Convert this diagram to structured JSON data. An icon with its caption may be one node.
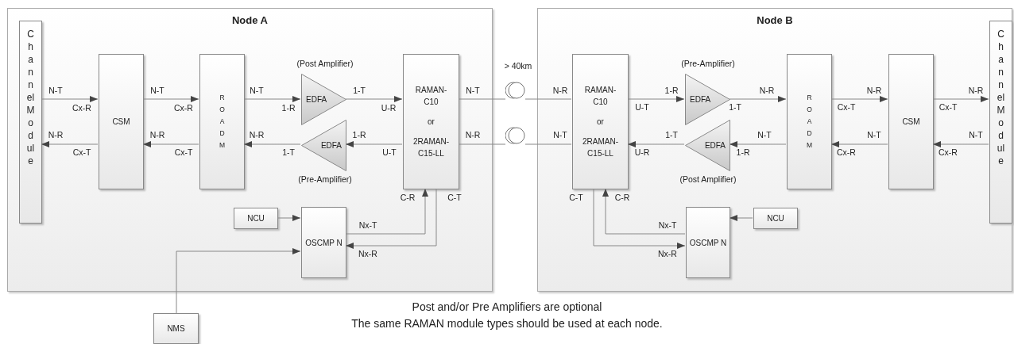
{
  "diagram": {
    "nodes": [
      {
        "text": [
          "Node A"
        ]
      },
      {
        "text": [
          "Channel Module"
        ],
        "in": 0
      },
      {
        "text": [
          "CSM"
        ],
        "in": 0
      },
      {
        "text": [
          "ROADM"
        ],
        "in": 0
      },
      {
        "text": [
          "EDFA"
        ],
        "in": 0,
        "beside": [
          "(Post Amplifier)"
        ]
      },
      {
        "text": [
          "EDFA"
        ],
        "in": 0,
        "beside": [
          "(Pre-Amplifier)"
        ]
      },
      {
        "text": [
          "RAMAN- C10",
          "or",
          "2RAMAN- C15-LL"
        ],
        "in": 0
      },
      {
        "text": [
          "NCU"
        ],
        "in": 0
      },
      {
        "text": [
          "OSCMP N"
        ],
        "in": 0
      },
      {
        "text": [
          "NMS"
        ]
      },
      {
        "text": [],
        "shape": "coil",
        "beside": [
          "> 40km"
        ]
      },
      {
        "text": [],
        "shape": "coil"
      },
      {
        "text": [
          "Node B"
        ]
      },
      {
        "text": [
          "RAMAN- C10",
          "or",
          "2RAMAN- C15-LL"
        ],
        "in": 12
      },
      {
        "text": [
          "EDFA"
        ],
        "in": 12,
        "beside": [
          "(Pre-Amplifier)"
        ]
      },
      {
        "text": [
          "EDFA"
        ],
        "in": 12,
        "beside": [
          "(Post Amplifier)"
        ]
      },
      {
        "text": [
          "ROADM"
        ],
        "in": 12
      },
      {
        "text": [
          "CSM"
        ],
        "in": 12
      },
      {
        "text": [
          "Channel Module"
        ],
        "in": 12
      },
      {
        "text": [
          "NCU"
        ],
        "in": 12
      },
      {
        "text": [
          "OSCMP N"
        ],
        "in": 12
      }
    ],
    "edges": [
      {
        "from": 1,
        "to": 2,
        "arrow": "to"
      },
      {
        "from": 2,
        "to": 1,
        "arrow": "to"
      },
      {
        "from": 2,
        "to": 3,
        "arrow": "to"
      },
      {
        "from": 3,
        "to": 2,
        "arrow": "to"
      },
      {
        "from": 3,
        "to": 4,
        "arrow": "to"
      },
      {
        "from": 5,
        "to": 3,
        "arrow": "to"
      },
      {
        "from": 4,
        "to": 6,
        "arrow": "to"
      },
      {
        "from": 6,
        "to": 5,
        "arrow": "to"
      },
      {
        "from": 6,
        "to": 10,
        "arrow": "none"
      },
      {
        "from": 10,
        "to": 13,
        "arrow": "none"
      },
      {
        "from": 6,
        "to": 11,
        "arrow": "none"
      },
      {
        "from": 11,
        "to": 13,
        "arrow": "none"
      },
      {
        "from": 7,
        "to": 8,
        "arrow": "to"
      },
      {
        "from": 8,
        "to": 6,
        "arrow": "to"
      },
      {
        "from": 6,
        "to": 8,
        "arrow": "to"
      },
      {
        "from": 9,
        "to": 8,
        "arrow": "to"
      },
      {
        "from": 13,
        "to": 14,
        "arrow": "to"
      },
      {
        "from": 14,
        "to": 16,
        "arrow": "to"
      },
      {
        "from": 16,
        "to": 15,
        "arrow": "to"
      },
      {
        "from": 15,
        "to": 13,
        "arrow": "to"
      },
      {
        "from": 16,
        "to": 17,
        "arrow": "to"
      },
      {
        "from": 17,
        "to": 16,
        "arrow": "to"
      },
      {
        "from": 17,
        "to": 18,
        "arrow": "to"
      },
      {
        "from": 18,
        "to": 17,
        "arrow": "to"
      },
      {
        "from": 19,
        "to": 20,
        "arrow": "to"
      },
      {
        "from": 20,
        "to": 13,
        "arrow": "to"
      },
      {
        "from": 13,
        "to": 20,
        "arrow": "to"
      }
    ],
    "labels": [
      "N-T",
      "Cx-R",
      "N-R",
      "Cx-T",
      "N-T",
      "Cx-R",
      "N-R",
      "Cx-T",
      "N-T",
      "1-R",
      "N-R",
      "1-T",
      "1-T",
      "U-R",
      "1-R",
      "U-T",
      "N-T",
      "N-R",
      "N-R",
      "N-T",
      "C-R",
      "C-T",
      "Nx-T",
      "Nx-R",
      "1-R",
      "U-T",
      "N-R",
      "1-T",
      "N-T",
      "1-R",
      "1-T",
      "U-R",
      "N-R",
      "Cx-T",
      "N-T",
      "Cx-R",
      "N-R",
      "Cx-T",
      "N-T",
      "Cx-R",
      "C-T",
      "C-R",
      "Nx-T",
      "Nx-R",
      "Post and/or Pre Amplifiers are optional",
      "The same RAMAN module types should be used at each node."
    ]
  }
}
